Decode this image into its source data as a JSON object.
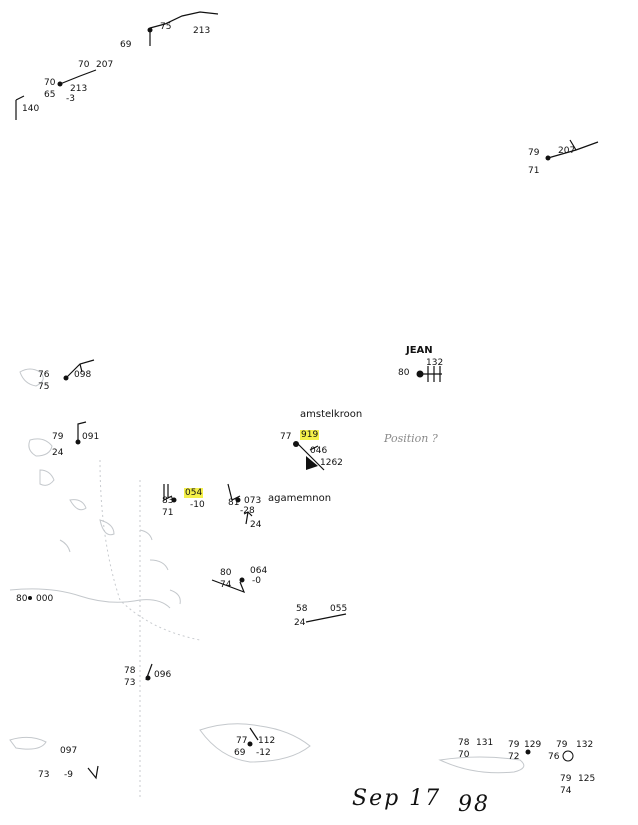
{
  "date": {
    "month_day": "Sep  17",
    "year": "98"
  },
  "colors": {
    "ink": "#111111",
    "coast": "#b8bcc0",
    "highlight": "#f4f04a",
    "pencil": "#8a8a8a"
  },
  "storm": {
    "name": "JEAN",
    "value": "132",
    "temp": "80"
  },
  "ships": {
    "amsterdam": {
      "name": "amstelkroon",
      "temp": "77",
      "pressure": "919",
      "tendency": "046",
      "extra": "1262"
    },
    "agamemnon": {
      "name": "agamemnon",
      "temp": "81",
      "pressure": "073",
      "tendency": "-28",
      "extra": "24"
    }
  },
  "position_question": "Position ?",
  "stations": [
    {
      "id": "s1",
      "a": "75",
      "b": "213",
      "c": "69",
      "d": ""
    },
    {
      "id": "s2",
      "a": "70",
      "b": "207",
      "c": "",
      "d": ""
    },
    {
      "id": "s3",
      "a": "70",
      "b": "213",
      "c": "65",
      "d": "-3"
    },
    {
      "id": "s4",
      "a": "140",
      "b": "",
      "c": "",
      "d": ""
    },
    {
      "id": "s5",
      "a": "79",
      "b": "207",
      "c": "71",
      "d": ""
    },
    {
      "id": "s6",
      "a": "76",
      "b": "098",
      "c": "75",
      "d": ""
    },
    {
      "id": "s7",
      "a": "79",
      "b": "091",
      "c": "24",
      "d": ""
    },
    {
      "id": "s8",
      "a": "83",
      "b": "054",
      "c": "71",
      "d": "-10"
    },
    {
      "id": "s9",
      "a": "80",
      "b": "064",
      "c": "74",
      "d": "-0"
    },
    {
      "id": "s10",
      "a": "80",
      "b": "000",
      "c": "",
      "d": ""
    },
    {
      "id": "s11",
      "a": "58",
      "b": "055",
      "c": "24",
      "d": ""
    },
    {
      "id": "s12",
      "a": "78",
      "b": "096",
      "c": "73",
      "d": ""
    },
    {
      "id": "s13",
      "a": "77",
      "b": "112",
      "c": "69",
      "d": "-12"
    },
    {
      "id": "s14",
      "a": "73",
      "b": "097",
      "c": "",
      "d": "-9"
    },
    {
      "id": "s15",
      "a": "78",
      "b": "131",
      "c": "70",
      "d": ""
    },
    {
      "id": "s16",
      "a": "79",
      "b": "129",
      "c": "72",
      "d": ""
    },
    {
      "id": "s17",
      "a": "79",
      "b": "132",
      "c": "76",
      "d": ""
    },
    {
      "id": "s18",
      "a": "79",
      "b": "125",
      "c": "74",
      "d": ""
    }
  ]
}
